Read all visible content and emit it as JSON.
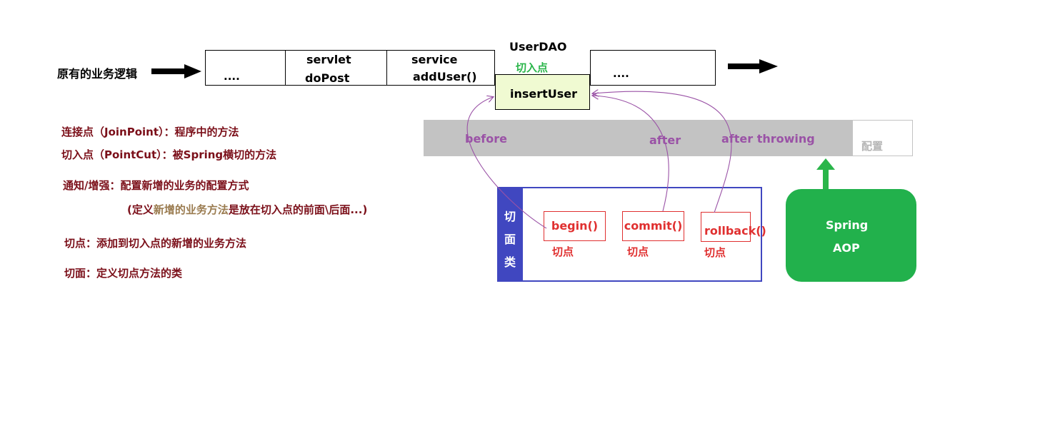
{
  "flow": {
    "label": "原有的业务逻辑",
    "cells": [
      "....",
      "servlet",
      "doPost",
      "service",
      "addUser()",
      "UserDAO",
      "切入点",
      "insertUser",
      "...."
    ]
  },
  "definitions": {
    "joinpoint": "连接点（JoinPoint）：程序中的方法",
    "pointcut": "切入点（PointCut）：被Spring横切的方法",
    "advice": "通知/增强：配置新增的业务的配置方式",
    "advice_note_prefix": "(定义",
    "advice_note_highlight": "新增的业务方法",
    "advice_note_suffix": "是放在切入点的前面\\后面...)",
    "cut_point": "切点：添加到切入点的新增的业务方法",
    "aspect": "切面：定义切点方法的类"
  },
  "config_bar": {
    "before": "before",
    "after": "after",
    "after_throwing": "after throwing",
    "config": "配置"
  },
  "aspect_class": {
    "side_label": [
      "切",
      "面",
      "类"
    ],
    "methods": [
      {
        "name": "begin()",
        "tag": "切点"
      },
      {
        "name": "commit()",
        "tag": "切点"
      },
      {
        "name": "rollback()",
        "tag": "切点"
      }
    ]
  },
  "spring_aop": {
    "line1": "Spring",
    "line2": "AOP"
  },
  "colors": {
    "definition_text": "#7b0f19",
    "highlight_text": "#9a7b4f",
    "advice_text": "#9a52a6",
    "pointcut_red": "#e03030",
    "pointcut_green": "#2ab54a",
    "aspect_border": "#4047c0",
    "spring_green": "#22b14c",
    "config_bar_gray": "#c3c3c3",
    "insert_user_fill": "#f0fad2"
  }
}
